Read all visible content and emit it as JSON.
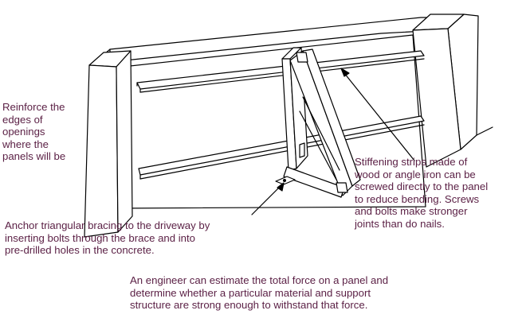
{
  "figure": {
    "illustration": "line-drawing-gate-panel-with-triangular-brace",
    "colors": {
      "line": "#000000",
      "caption": "#5a1f44",
      "background": "#ffffff"
    }
  },
  "captions": {
    "reinforce": [
      "Reinforce the",
      "edges of",
      "openings",
      "where the",
      "panels will be"
    ],
    "stiffening": [
      "Stiffening strips made of",
      "wood or angle iron can be",
      "screwed directly to the panel",
      "to reduce bending. Screws",
      "and bolts make stronger",
      "joints than do nails."
    ],
    "anchor": [
      "Anchor triangular bracing to the driveway by",
      "inserting bolts through the brace and into",
      "pre-drilled holes in the concrete."
    ],
    "engineer": [
      "An engineer can estimate the total force on a panel and",
      "determine whether a particular material and support",
      "structure are strong enough to withstand that force."
    ]
  }
}
